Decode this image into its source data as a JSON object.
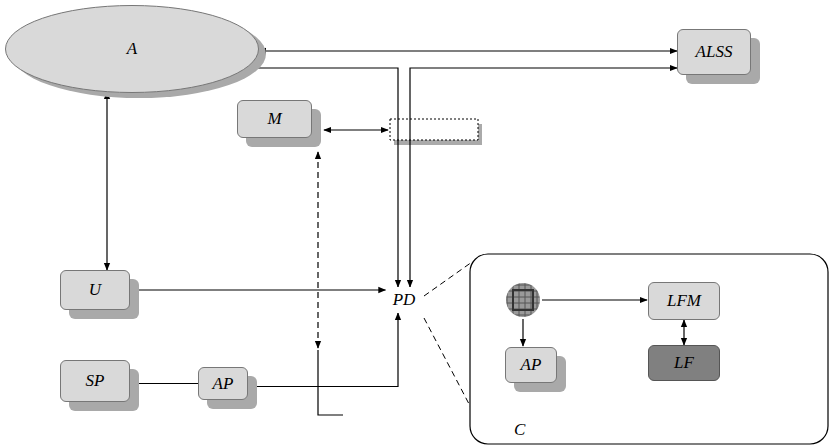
{
  "diagram": {
    "nodes": [
      {
        "text": [
          "A"
        ]
      },
      {
        "text": [
          "ALSS"
        ]
      },
      {
        "text": [
          "M"
        ]
      },
      {
        "text": [
          "U"
        ]
      },
      {
        "text": [
          "PD"
        ]
      },
      {
        "text": [
          "SP"
        ]
      },
      {
        "text": [
          "AP"
        ]
      },
      {
        "text": [
          "AP"
        ]
      },
      {
        "text": [
          "LFM"
        ]
      },
      {
        "text": [
          "LF"
        ]
      }
    ],
    "edges": [
      {
        "from": 0,
        "to": 1,
        "arrow": "both"
      },
      {
        "from": 0,
        "to": 4,
        "arrow": "both"
      },
      {
        "from": 1,
        "to": 4,
        "arrow": "both"
      },
      {
        "from": 0,
        "to": 3,
        "arrow": "both"
      },
      {
        "from": 3,
        "to": 4,
        "arrow": "both"
      },
      {
        "from": 5,
        "to": 6,
        "arrow": "none"
      },
      {
        "from": 6,
        "to": 4,
        "arrow": "to"
      },
      {
        "from": 8,
        "to": 9,
        "arrow": "both"
      }
    ],
    "labels": [
      "C"
    ]
  }
}
